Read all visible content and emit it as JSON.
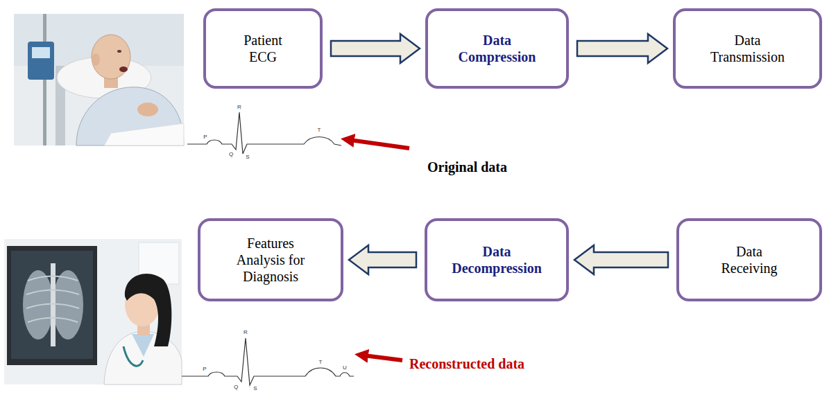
{
  "diagram": {
    "nodes": [
      {
        "text": [
          "Patient ECG"
        ]
      },
      {
        "text": [
          "Data Compression"
        ]
      },
      {
        "text": [
          "Data Transmission"
        ]
      },
      {
        "text": [
          "Features Analysis for Diagnosis"
        ]
      },
      {
        "text": [
          "Data Decompression"
        ]
      },
      {
        "text": [
          "Data Receiving"
        ]
      }
    ],
    "edges": [
      {
        "from": 0,
        "to": 1,
        "arrow": "to"
      },
      {
        "from": 1,
        "to": 2,
        "arrow": "to"
      },
      {
        "from": 5,
        "to": 4,
        "arrow": "to"
      },
      {
        "from": 4,
        "to": 3,
        "arrow": "to"
      }
    ],
    "labels": [
      "P",
      "R",
      "Q",
      "S",
      "T",
      "Original data",
      "P",
      "R",
      "Q",
      "S",
      "T",
      "U",
      "Reconstructed data"
    ]
  }
}
